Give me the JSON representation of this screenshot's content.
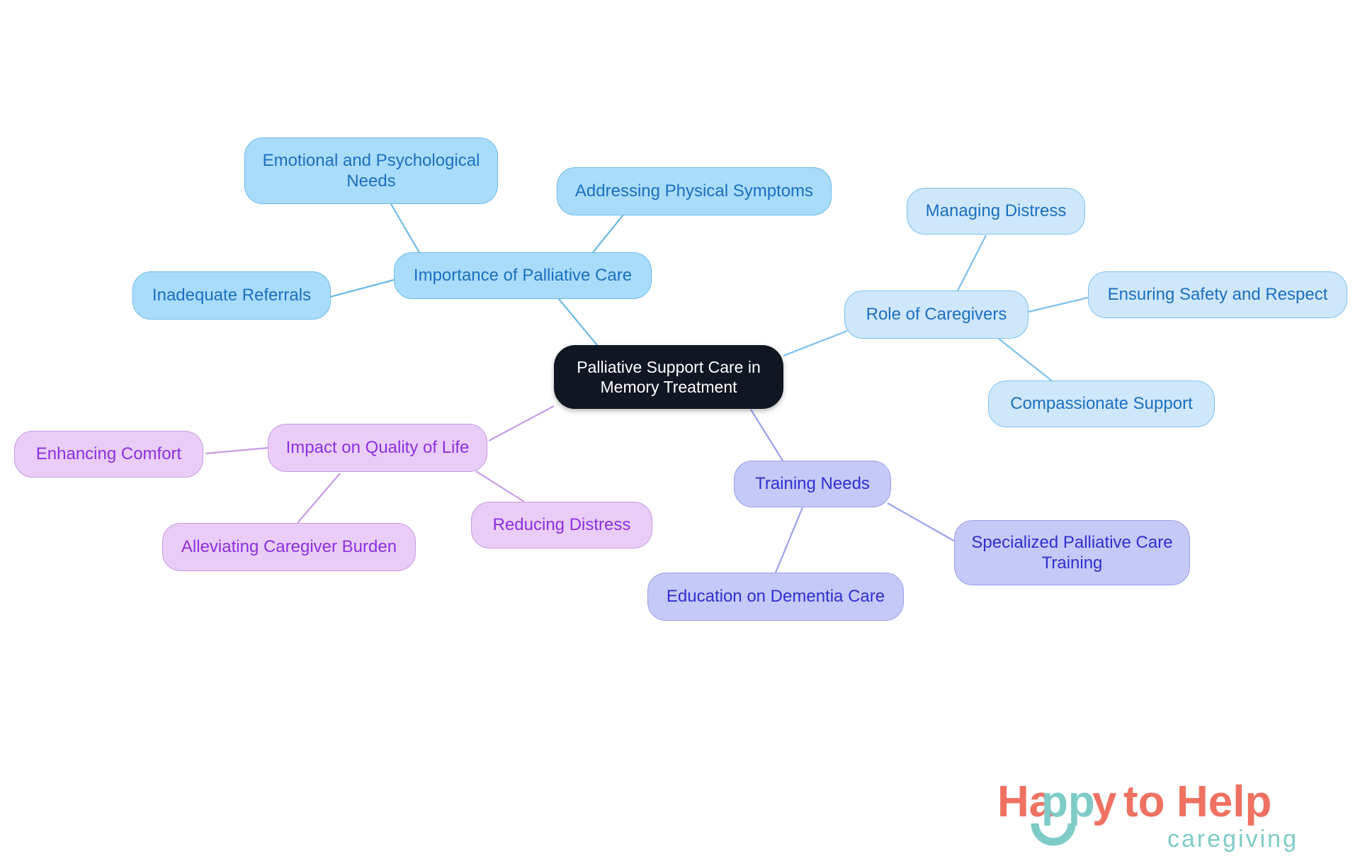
{
  "diagram": {
    "type": "mindmap",
    "root": {
      "id": "root",
      "label": "Palliative Support Care in\nMemory Treatment",
      "fill": "#101722",
      "text_color": "#ffffff"
    },
    "branches": [
      {
        "id": "importance",
        "label": "Importance of Palliative Care",
        "fill": "#a9dcfb",
        "border": "#6cb9e8",
        "text_color": "#1b6fc0",
        "children": [
          {
            "id": "emotional-needs",
            "label": "Emotional and Psychological\nNeeds"
          },
          {
            "id": "physical-symptoms",
            "label": "Addressing Physical Symptoms"
          },
          {
            "id": "inadequate-referrals",
            "label": "Inadequate Referrals"
          }
        ]
      },
      {
        "id": "role-of-caregivers",
        "label": "Role of Caregivers",
        "fill": "#cfe7fb",
        "border": "#7cc0ee",
        "text_color": "#1b6fc0",
        "children": [
          {
            "id": "managing-distress",
            "label": "Managing Distress"
          },
          {
            "id": "ensuring-safety",
            "label": "Ensuring Safety and Respect"
          },
          {
            "id": "compassionate-support",
            "label": "Compassionate Support"
          }
        ]
      },
      {
        "id": "quality-of-life",
        "label": "Impact on Quality of Life",
        "fill": "#e9cdf6",
        "border": "#c79ae4",
        "text_color": "#8d2fe0",
        "children": [
          {
            "id": "enhancing-comfort",
            "label": "Enhancing Comfort"
          },
          {
            "id": "alleviating-burden",
            "label": "Alleviating Caregiver Burden"
          },
          {
            "id": "reducing-distress",
            "label": "Reducing Distress"
          }
        ]
      },
      {
        "id": "training-needs",
        "label": "Training Needs",
        "fill": "#c5c9f7",
        "border": "#9aa0ea",
        "text_color": "#2f2fd0",
        "children": [
          {
            "id": "dementia-education",
            "label": "Education on Dementia Care"
          },
          {
            "id": "specialized-training",
            "label": "Specialized Palliative Care\nTraining"
          }
        ]
      }
    ]
  },
  "logo": {
    "word_happy": "Happy",
    "word_to": "to",
    "word_help": "Help",
    "tagline": "caregiving",
    "coral": "#ef7161",
    "teal": "#7ecbc7"
  }
}
